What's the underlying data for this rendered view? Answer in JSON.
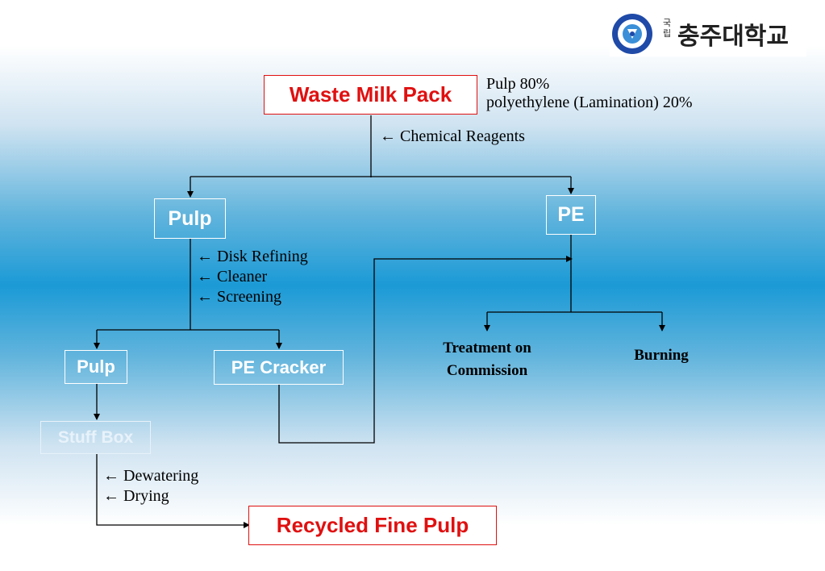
{
  "logo": {
    "text_main": "충주대학교",
    "text_prefix": "국립"
  },
  "boxes": {
    "waste_milk_pack": "Waste Milk Pack",
    "pulp_top": "Pulp",
    "pe": "PE",
    "pulp_bottom": "Pulp",
    "pe_cracker": "PE Cracker",
    "stuff_box": "Stuff Box",
    "recycled_fine_pulp": "Recycled Fine Pulp"
  },
  "composition": {
    "line1": "Pulp 80%",
    "line2": "polyethylene (Lamination) 20%"
  },
  "steps": {
    "chemical_reagents": "← Chemical Reagents",
    "disk_refining": "← Disk Refining",
    "cleaner": "← Cleaner",
    "screening": "← Screening",
    "dewatering": "← Dewatering",
    "drying": "← Drying"
  },
  "pe_outputs": {
    "treatment_line1": "Treatment on",
    "treatment_line2": "Commission",
    "burning": "Burning"
  },
  "colors": {
    "accent_red": "#e01010",
    "background_blue": "#1b9ad6"
  }
}
